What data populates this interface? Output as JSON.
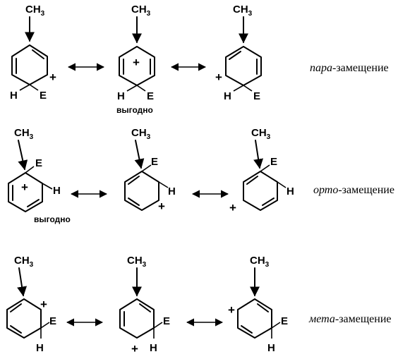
{
  "substituent": {
    "text": "CH",
    "sub": "3"
  },
  "electrophile": "E",
  "hydrogen": "H",
  "plus": "+",
  "favorable": "выгодно",
  "rows": [
    {
      "label_italic": "пара",
      "label_rest": "-замещение"
    },
    {
      "label_italic": "орто",
      "label_rest": "-замещение"
    },
    {
      "label_italic": "мета",
      "label_rest": "-замещение"
    }
  ]
}
